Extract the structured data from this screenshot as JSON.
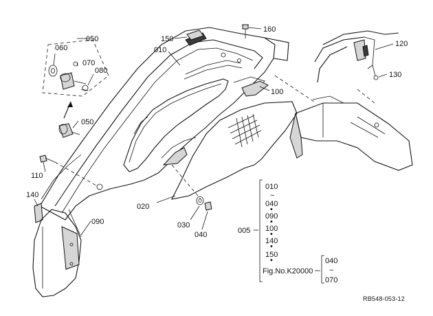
{
  "callouts": {
    "p010": "010",
    "p020": "020",
    "p030": "030",
    "p040": "040",
    "p050_group": "050",
    "p050_part": "050",
    "p060": "060",
    "p070": "070",
    "p080": "080",
    "p090": "090",
    "p100": "100",
    "p110": "110",
    "p120": "120",
    "p130": "130",
    "p140": "140",
    "p150": "150",
    "p160": "160"
  },
  "group_005": {
    "label": "005",
    "items": [
      "010",
      "~",
      "040",
      "•",
      "090",
      "•",
      "100",
      "•",
      "140",
      "•",
      "150",
      "•"
    ],
    "fig_label": "Fig.No.K20000",
    "fig_range": [
      "040",
      "~",
      "070"
    ]
  },
  "footer_code": "RB548-053-12"
}
